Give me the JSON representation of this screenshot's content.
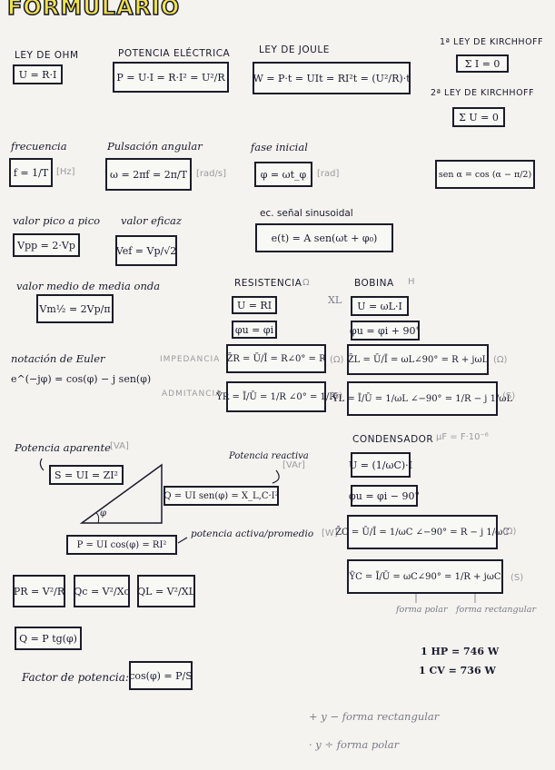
{
  "title": "FORMULARIO",
  "headers": {
    "ohm": "LEY DE OHM",
    "potencia": "POTENCIA ELÉCTRICA",
    "joule": "LEY DE JOULE",
    "kirch1": "1ª LEY DE KIRCHHOFF",
    "kirch2": "2ª LEY DE KIRCHHOFF",
    "frecuencia": "frecuencia",
    "pulsacion": "Pulsación angular",
    "fase": "fase inicial",
    "vpp": "valor pico a pico",
    "vef": "valor eficaz",
    "senal": "ec. señal sinusoidal",
    "vmedio": "valor medio de media onda",
    "resistencia": "RESISTENCIA",
    "bobina": "BOBINA",
    "euler": "notación de Euler",
    "impedancia": "IMPEDANCIA",
    "admitancia": "ADMITANCIA",
    "condensador": "CONDENSADOR",
    "aparente": "Potencia aparente",
    "reactiva": "Potencia reactiva",
    "activa": "potencia activa/promedio",
    "factor": "Factor de potencia:"
  },
  "units": {
    "ohm_r": "Ω",
    "bobina_h": "H",
    "hz": "[Hz]",
    "rads": "[rad/s]",
    "rad": "[rad]",
    "ohm": "(Ω)",
    "siemens": "(S)",
    "va": "[VA]",
    "var": "[VAr]",
    "w": "[W]",
    "uf": "μF = F·10⁻⁶"
  },
  "formulas": {
    "ohm": "U = R·I",
    "potencia": "P = U·I = R·I² = U²/R",
    "joule": "W = P·t = UIt = RI²t = (U²/R)·t",
    "kirch1": "Σ I = 0",
    "kirch2": "Σ U = 0",
    "frecuencia": "f = 1/T",
    "pulsacion": "ω = 2πf = 2π/T",
    "fase": "φ = ωt_φ",
    "sen": "sen α = cos (α − π/2)",
    "vpp": "Vpp = 2·Vp",
    "vef": "Vef = Vp/√2",
    "senal": "e(t) = A sen(ωt + φ₀)",
    "vmedio": "Vm½ = 2Vp/π",
    "res_u": "U = RI",
    "res_phi": "φu = φi",
    "bob_u": "U = ωL·I",
    "bob_phi": "φu = φi + 90°",
    "euler": "e^(−jφ) = cos(φ) − j sen(φ)",
    "zr": "Z̄R = Ū/Ī = R∠0° = R",
    "zl": "Z̄L = Ū/Ī = ωL∠90° = R + jωL",
    "yr": "ȲR = Ī/Ū = 1/R ∠0° = 1/R",
    "yl": "ȲL = Ī/Ū = 1/ωL ∠−90° = 1/R − j 1/ωL",
    "s": "S = UI = ZI²",
    "q": "Q = UI sen(φ) = X_L,C·I²",
    "p": "P = UI cos(φ) = RI²",
    "phi": "φ",
    "cond_u": "U = (1/ωC)·I",
    "cond_phi": "φu = φi − 90°",
    "zc": "Z̄C = Ū/Ī = 1/ωC ∠−90° = R − j 1/ωC",
    "yc": "ȲC = Ī/Ū = ωC∠90° = 1/R + jωC",
    "pr": "PR = V²/R",
    "qc": "Qc = V²/Xc",
    "ql": "QL = V²/XL",
    "qtg": "Q = P tg(φ)",
    "fp": "cos(φ) = P/S",
    "hp": "1 HP = 746 W",
    "cv": "1 CV = 736 W"
  },
  "notes": {
    "xl": "XL",
    "polar": "forma polar",
    "rect": "forma rectangular",
    "legend1": "+ y − forma rectangular",
    "legend2": "· y ÷ forma polar"
  }
}
